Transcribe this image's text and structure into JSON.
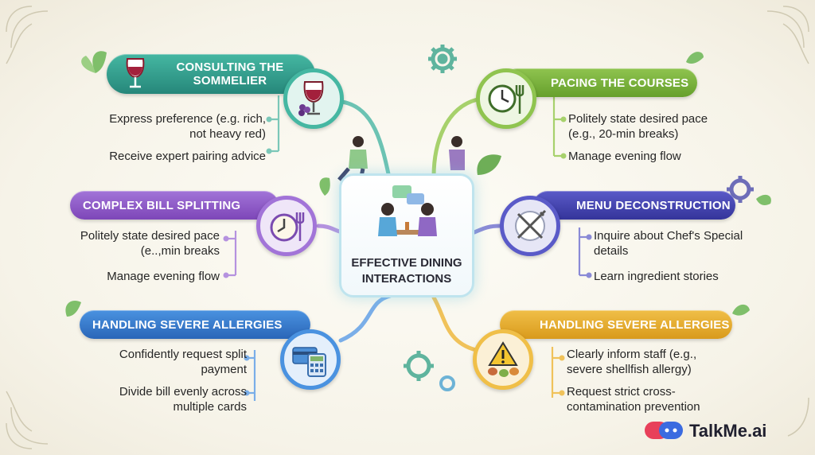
{
  "center": {
    "title": "EFFECTIVE DINING INTERACTIONS"
  },
  "branches": [
    {
      "title": "CONSULTING THE SOMMELIER",
      "color": "#2f9e8a",
      "icon": "wine-glass-icon",
      "bullets": [
        "Express preference (e.g. rich, not heavy red)",
        "Receive expert pairing advice"
      ]
    },
    {
      "title": "COMPLEX BILL SPLITTING",
      "color": "#8b55c6",
      "icon": "clock-cutlery-icon",
      "bullets": [
        "Politely state desired pace (e..,min breaks",
        "Manage evening flow"
      ]
    },
    {
      "title": "HANDLING SEVERE ALLERGIES",
      "color": "#2e74c8",
      "icon": "credit-card-calculator-icon",
      "bullets": [
        "Confidently request split payment",
        "Divide bill evenly across multiple cards"
      ]
    },
    {
      "title": "PACING THE COURSES",
      "color": "#76b13a",
      "icon": "clock-fork-icon",
      "bullets": [
        "Politely state desired pace (e.g., 20-min breaks)",
        "Manage evening flow"
      ]
    },
    {
      "title": "MENU DECONSTRUCTION",
      "color": "#3f3fb0",
      "icon": "crossed-cutlery-icon",
      "bullets": [
        "Inquire about Chef's Special details",
        "Learn ingredient stories"
      ]
    },
    {
      "title": "HANDLING SEVERE ALLERGIES",
      "color": "#e3a62a",
      "icon": "warning-food-icon",
      "bullets": [
        "Clearly inform staff (e.g., severe shellfish allergy)",
        "Request strict cross-contamination prevention"
      ]
    }
  ],
  "brand": {
    "name": "TalkMe.ai",
    "accent": "#e8405a"
  }
}
